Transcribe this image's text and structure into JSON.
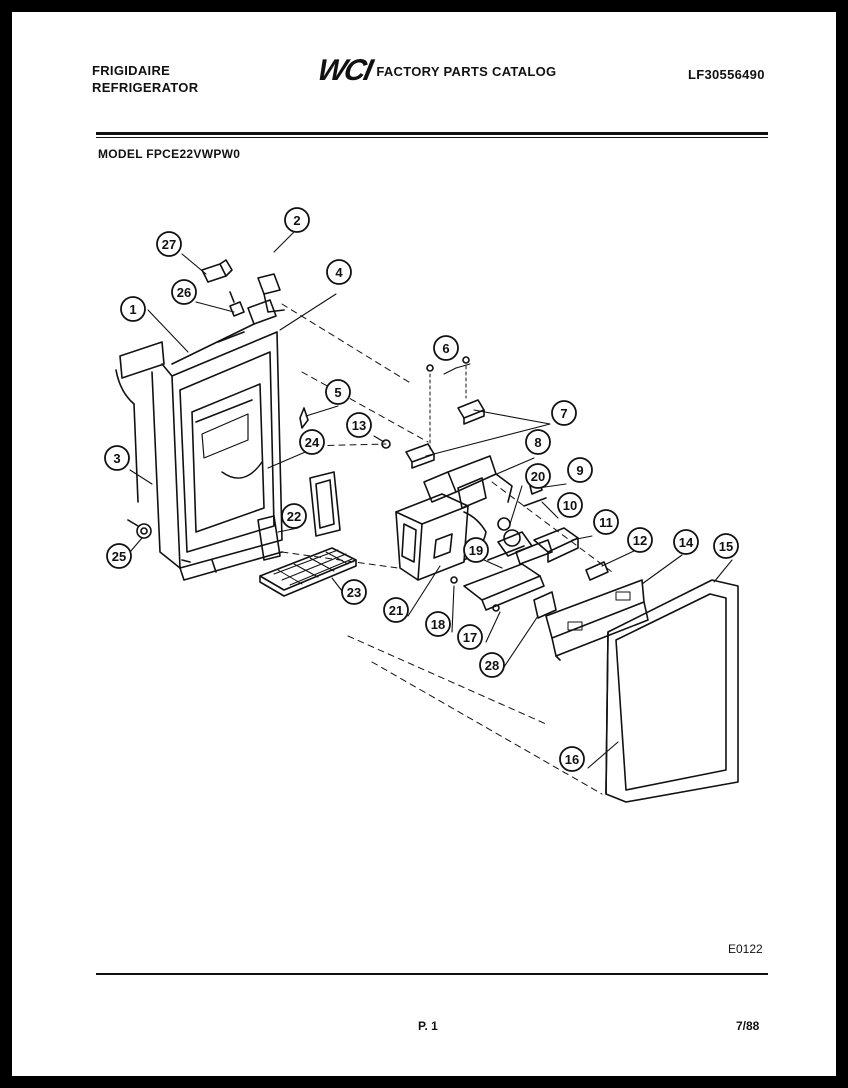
{
  "header": {
    "brand_line1": "FRIGIDAIRE",
    "brand_line2": "REFRIGERATOR",
    "logo": "WCI",
    "catalog_title": "FACTORY PARTS CATALOG",
    "catalog_number": "LF30556490",
    "model": "MODEL FPCE22VWPW0"
  },
  "callouts": [
    "1",
    "2",
    "3",
    "4",
    "5",
    "6",
    "7",
    "8",
    "9",
    "10",
    "11",
    "12",
    "13",
    "14",
    "15",
    "16",
    "17",
    "18",
    "19",
    "20",
    "21",
    "22",
    "23",
    "24",
    "25",
    "26",
    "27",
    "28"
  ],
  "footer": {
    "drawing_code": "E0122",
    "page": "P. 1",
    "date": "7/88"
  },
  "colors": {
    "ink": "#111111",
    "paper": "#ffffff",
    "border": "#000000"
  }
}
